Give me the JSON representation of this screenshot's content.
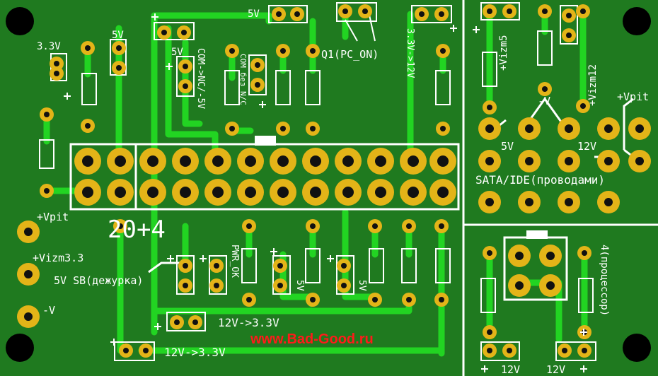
{
  "colors": {
    "board": "#1f7a1f",
    "trace": "#22d422",
    "silk": "#ffffff",
    "pad": "#e3b418",
    "hole": "#111111",
    "watermark": "#ff1a1a"
  },
  "labels": {
    "v33_top": "3.3V",
    "v5_top_left": "5V",
    "v5_mid": "5V",
    "v5_top": "5V",
    "com_nc": "COM->NC/-5V",
    "com_no_nc": "COM без N/C",
    "q1": "Q1(PC_ON)",
    "v33_12": "3.3V->12V",
    "connector": "20+4",
    "vpit_left": "+Vpit",
    "vizm33": "+Vizm3.3",
    "sb": "5V SB(дежурка)",
    "minus_v": "-V",
    "pwr_ok": "PWR_OK",
    "v5_low1": "5V",
    "v5_low2": "5V",
    "conv1": "12V->3.3V",
    "conv2": "12V->3.3V",
    "watermark": "www.Bad-Good.ru",
    "vizm5": "+Vizm5",
    "minus_v_right": "-V",
    "vizm12": "+Vizm12",
    "vpit_right": "+Vpit",
    "v5_right": "5V",
    "v12_right": "12V",
    "sata": "SATA/IDE(проводами)",
    "cpu": "4(процессор)",
    "v12_b1": "12V",
    "v12_b2": "12V"
  }
}
